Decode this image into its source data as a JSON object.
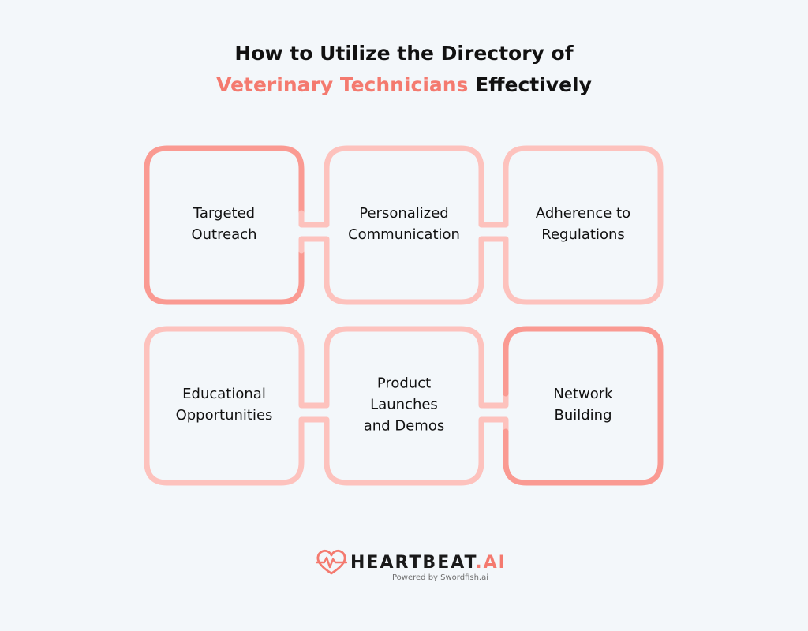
{
  "title": {
    "line1": "How to Utilize the Directory of",
    "highlight": "Veterinary Technicians",
    "line2_rest": " Effectively"
  },
  "boxes": [
    {
      "lines": [
        "Targeted",
        "Outreach"
      ],
      "shade": "dark"
    },
    {
      "lines": [
        "Personalized",
        "Communication"
      ],
      "shade": "light"
    },
    {
      "lines": [
        "Adherence to",
        "Regulations"
      ],
      "shade": "light"
    },
    {
      "lines": [
        "Educational",
        "Opportunities"
      ],
      "shade": "light"
    },
    {
      "lines": [
        "Product",
        "Launches",
        "and Demos"
      ],
      "shade": "light"
    },
    {
      "lines": [
        "Network",
        "Building"
      ],
      "shade": "dark"
    }
  ],
  "colors": {
    "dark": "#fa9a92",
    "light": "#fdc2bd",
    "accent": "#f47a6f",
    "background": "#f3f7fa"
  },
  "logo": {
    "brand": "HEARTBEAT",
    "brand_suffix": ".AI",
    "tagline": "Powered by Swordfish.ai",
    "icon": "heart-pulse-icon"
  }
}
